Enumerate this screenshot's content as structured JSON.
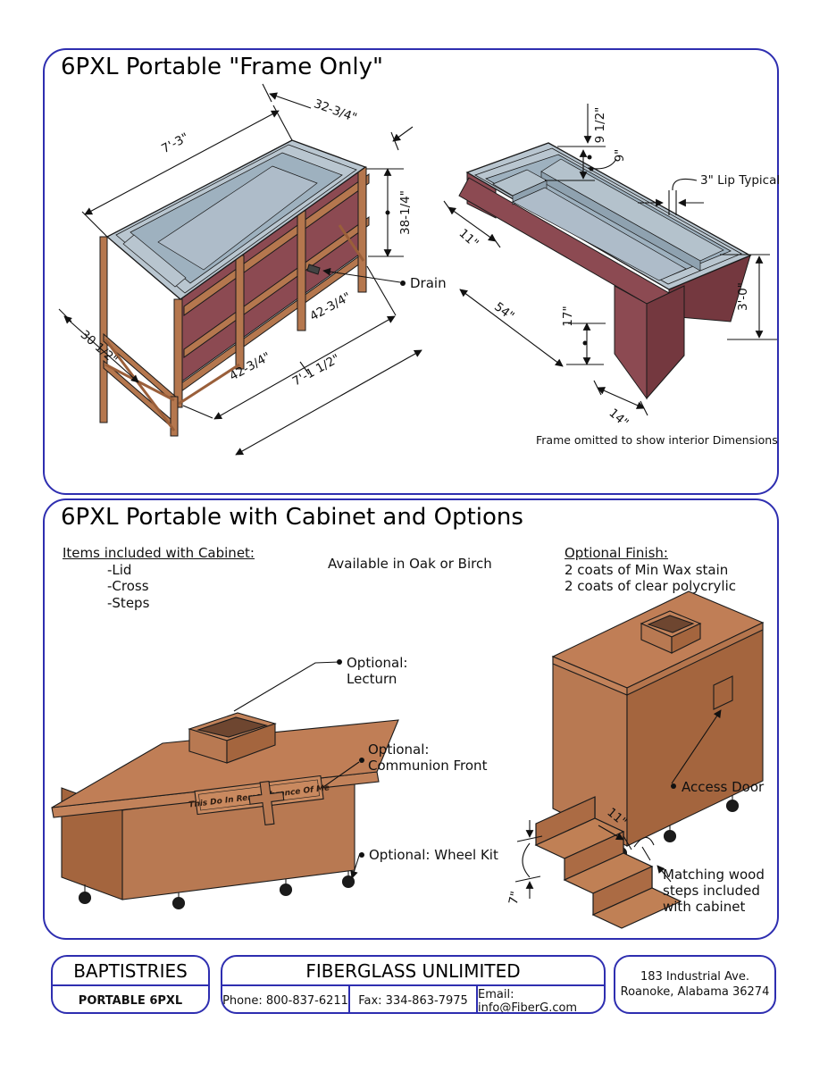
{
  "page": {
    "accent_color": "#2e2eb0"
  },
  "frame_section": {
    "title": "6PXL Portable \"Frame Only\"",
    "frame_drawing": {
      "dim_length_top": "7'-3\"",
      "dim_width_top": "32-3/4\"",
      "dim_height": "38-1/4\"",
      "label_drain": "Drain",
      "dim_base_left": "42-3/4\"",
      "dim_base_right": "42-3/4\"",
      "dim_base_total": "7'-1 1/2\"",
      "dim_depth": "30 1/2\""
    },
    "interior_drawing": {
      "dim_seat_top": "9 1/2\"",
      "dim_seat": "9\"",
      "label_lip": "3\" Lip Typical",
      "dim_end_width": "11\"",
      "dim_length": "54\"",
      "dim_step": "17\"",
      "dim_height": "3'-0\"",
      "dim_base_width": "14\"",
      "caption": "Frame omitted to show interior Dimensions"
    }
  },
  "cabinet_section": {
    "title": "6PXL Portable with Cabinet and Options",
    "included": {
      "heading": "Items included with Cabinet:",
      "items": [
        "-Lid",
        "-Cross",
        "-Steps"
      ]
    },
    "availability": "Available in Oak or Birch",
    "finish": {
      "heading": "Optional Finish:",
      "lines": [
        "2 coats of Min Wax stain",
        "2 coats of clear polycrylic"
      ]
    },
    "cabinet_drawing": {
      "label_lecturn_line1": "Optional:",
      "label_lecturn_line2": "Lecturn",
      "label_communion_line1": "Optional:",
      "label_communion_line2": "Communion Front",
      "label_wheel_kit": "Optional: Wheel Kit",
      "plaque_text": "This Do In Remembrance Of Me"
    },
    "options_drawing": {
      "label_access_door": "Access Door"
    },
    "steps_drawing": {
      "dim_width": "11\"",
      "dim_height": "7\"",
      "note_line1": "Matching wood",
      "note_line2": "steps included",
      "note_line3": "with cabinet"
    }
  },
  "footer": {
    "brand": "BAPTISTRIES",
    "model": "PORTABLE 6PXL",
    "company": "FIBERGLASS UNLIMITED",
    "phone": "Phone: 800-837-6211",
    "fax": "Fax: 334-863-7975",
    "email": "Email: info@FiberG.com",
    "address_line1": "183 Industrial Ave.",
    "address_line2": "Roanoke, Alabama 36274"
  }
}
